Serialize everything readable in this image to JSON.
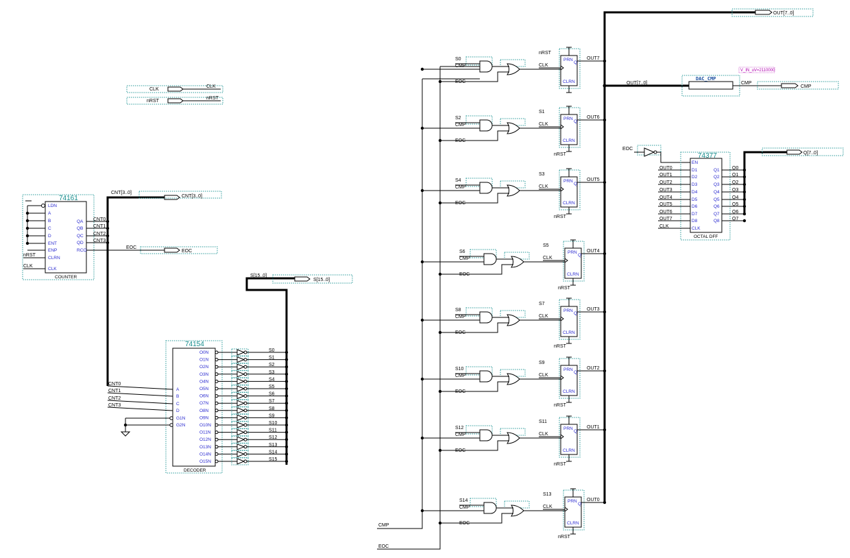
{
  "ports": {
    "clk_in": "CLK",
    "clk_net": "CLK",
    "nrst_in": "nRST",
    "nrst_net": "nRST",
    "cnt_bus_net": "CNT[3..0]",
    "cnt_bus_port": "CNT[3..0]",
    "eoc_net": "EOC",
    "eoc_port": "EOC",
    "s_bus_net": "S[15..0]",
    "s_bus_port": "S[15..0]",
    "out_bus_port": "OUT[7..0]",
    "out_bus_net": "OUT[7..0]",
    "cmp_net": "CMP",
    "cmp_port": "CMP",
    "q_bus_port": "Q[7..0]",
    "cmp_in": "CMP",
    "eoc_in": "EOC",
    "eoc_oct": "EOC"
  },
  "counter": {
    "part": "74161",
    "caption": "COUNTER",
    "left_pins": [
      "LDN",
      "A",
      "B",
      "C",
      "D",
      "ENT",
      "ENP",
      "CLRN",
      "CLK"
    ],
    "right_pins": [
      "QA",
      "QB",
      "QC",
      "QD",
      "RCO"
    ],
    "left_nets": [
      "nRST",
      "CLK"
    ],
    "out_nets": [
      "CNT0",
      "CNT1",
      "CNT2",
      "CNT3"
    ]
  },
  "decoder": {
    "part": "74154",
    "caption": "DECODER",
    "left_pins": [
      "A",
      "B",
      "C",
      "D",
      "G1N",
      "G2N"
    ],
    "in_nets": [
      "CNT0",
      "CNT1",
      "CNT2",
      "CNT3"
    ],
    "right_pins": [
      "O0N",
      "O1N",
      "O2N",
      "O3N",
      "O4N",
      "O5N",
      "O6N",
      "O7N",
      "O8N",
      "O9N",
      "O10N",
      "O11N",
      "O12N",
      "O13N",
      "O14N",
      "O15N"
    ],
    "out_nets": [
      "S0",
      "S1",
      "S2",
      "S3",
      "S4",
      "S5",
      "S6",
      "S7",
      "S8",
      "S9",
      "S10",
      "S11",
      "S12",
      "S13",
      "S14",
      "S15"
    ]
  },
  "dac": {
    "part": "DAC_CMP",
    "param": "V_IN_uV=2110000",
    "in_net": "OUT[7..0]",
    "out_net": "CMP"
  },
  "octal": {
    "part": "74377",
    "caption": "OCTAL DFF",
    "left_pins": [
      "EN",
      "D1",
      "D2",
      "D3",
      "D4",
      "D5",
      "D6",
      "D7",
      "D8",
      "CLK"
    ],
    "right_pins": [
      "Q1",
      "Q2",
      "Q3",
      "Q4",
      "Q5",
      "Q6",
      "Q7",
      "Q8"
    ],
    "in_nets": [
      "OUT0",
      "OUT1",
      "OUT2",
      "OUT3",
      "OUT4",
      "OUT5",
      "OUT6",
      "OUT7",
      "CLK"
    ],
    "out_nets": [
      "Q0",
      "Q1",
      "Q2",
      "Q3",
      "Q4",
      "Q5",
      "Q6",
      "Q7"
    ]
  },
  "ff_pins": {
    "prn": "PRN",
    "clrn": "CLRN",
    "q": "Q"
  },
  "ff_stages": [
    {
      "and_in": "S0",
      "cmp": "CMP",
      "eoc": "EOC",
      "set": "nRST",
      "clk": "CLK",
      "rst": "",
      "out": "OUT7"
    },
    {
      "and_in": "S2",
      "cmp": "CMP",
      "eoc": "EOC",
      "set": "S1",
      "clk": "CLK",
      "rst": "nRST",
      "out": "OUT6"
    },
    {
      "and_in": "S4",
      "cmp": "CMP",
      "eoc": "EOC",
      "set": "S3",
      "clk": "CLK",
      "rst": "nRST",
      "out": "OUT5"
    },
    {
      "and_in": "S6",
      "cmp": "CMP",
      "eoc": "EOC",
      "set": "S5",
      "clk": "CLK",
      "rst": "nRST",
      "out": "OUT4"
    },
    {
      "and_in": "S8",
      "cmp": "CMP",
      "eoc": "EOC",
      "set": "S7",
      "clk": "CLK",
      "rst": "nRST",
      "out": "OUT3"
    },
    {
      "and_in": "S10",
      "cmp": "CMP",
      "eoc": "EOC",
      "set": "S9",
      "clk": "CLK",
      "rst": "nRST",
      "out": "OUT2"
    },
    {
      "and_in": "S12",
      "cmp": "CMP",
      "eoc": "EOC",
      "set": "S11",
      "clk": "CLK",
      "rst": "nRST",
      "out": "OUT1"
    },
    {
      "and_in": "S14",
      "cmp": "CMP",
      "eoc": "EOC",
      "set": "S13",
      "clk": "CLK",
      "rst": "nRST",
      "out": "OUT0"
    }
  ]
}
